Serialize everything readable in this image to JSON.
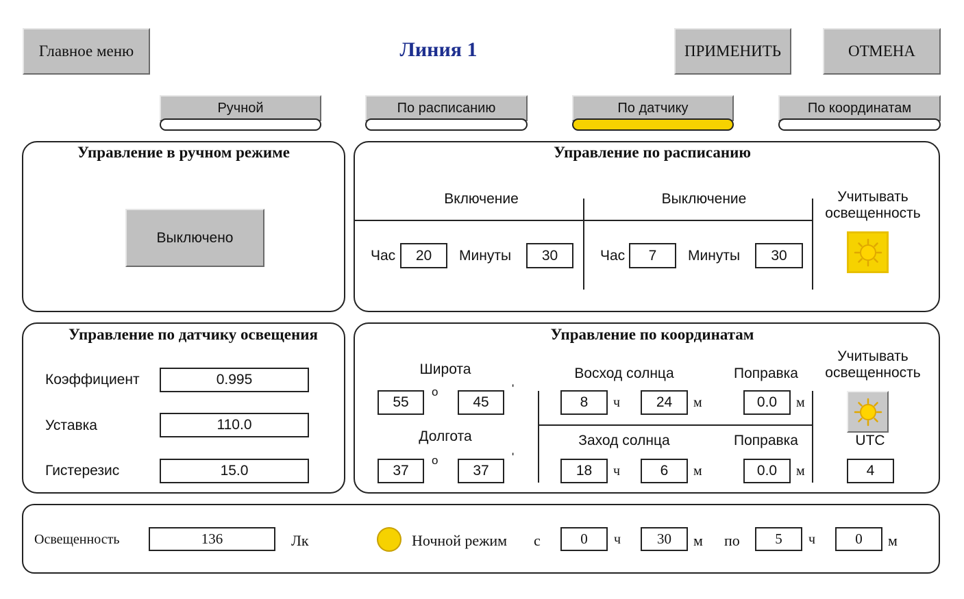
{
  "header": {
    "main_menu": "Главное меню",
    "title": "Линия 1",
    "apply": "ПРИМЕНИТЬ",
    "cancel": "ОТМЕНА"
  },
  "tabs": [
    {
      "label": "Ручной",
      "active": false
    },
    {
      "label": "По расписанию",
      "active": false
    },
    {
      "label": "По датчику",
      "active": true
    },
    {
      "label": "По координатам",
      "active": false
    }
  ],
  "manual": {
    "title": "Управление в ручном режиме",
    "state_button": "Выключено"
  },
  "schedule": {
    "title": "Управление по расписанию",
    "on_header": "Включение",
    "off_header": "Выключение",
    "consider_light": "Учитывать освещенность",
    "hour_label": "Час",
    "minutes_label": "Минуты",
    "on_hour": "20",
    "on_minutes": "30",
    "off_hour": "7",
    "off_minutes": "30"
  },
  "sensor": {
    "title": "Управление по датчику освещения",
    "coef_label": "Коэффициент",
    "coef": "0.995",
    "setpoint_label": "Уставка",
    "setpoint": "110.0",
    "hysteresis_label": "Гистерезис",
    "hysteresis": "15.0"
  },
  "coords": {
    "title": "Управление по координатам",
    "lat_label": "Широта",
    "lat_deg": "55",
    "lat_min": "45",
    "lon_label": "Долгота",
    "lon_deg": "37",
    "lon_min": "37",
    "deg_sym": "o",
    "min_sym": "'",
    "sunrise_label": "Восход солнца",
    "sunset_label": "Заход солнца",
    "correction_label": "Поправка",
    "sunrise_h": "8",
    "sunrise_m": "24",
    "sunrise_corr": "0.0",
    "sunset_h": "18",
    "sunset_m": "6",
    "sunset_corr": "0.0",
    "h_unit": "ч",
    "m_unit": "м",
    "consider_light": "Учитывать освещенность",
    "utc_label": "UTC",
    "utc": "4"
  },
  "footer": {
    "illum_label": "Освещенность",
    "illum": "136",
    "illum_unit": "Лк",
    "night_mode": "Ночной режим",
    "from": "с",
    "to": "по",
    "from_h": "0",
    "from_m": "30",
    "to_h": "5",
    "to_m": "0",
    "h_unit": "ч",
    "m_unit": "м"
  },
  "colors": {
    "title": "#1d2f8f",
    "active_indicator": "#f6d200",
    "button_gray": "#c0c0c0"
  }
}
